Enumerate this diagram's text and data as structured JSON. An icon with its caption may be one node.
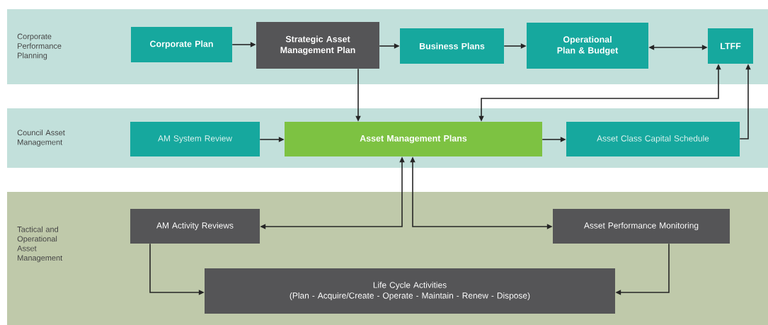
{
  "diagram": {
    "nodes": [
      {
        "text": [
          "Corporate Performance Planning"
        ]
      },
      {
        "text": [
          "Corporate Plan"
        ],
        "in": 0
      },
      {
        "text": [
          "Strategic Asset Management Plan"
        ],
        "in": 0
      },
      {
        "text": [
          "Business Plans"
        ],
        "in": 0
      },
      {
        "text": [
          "Operational Plan & Budget"
        ],
        "in": 0
      },
      {
        "text": [
          "LTFF"
        ],
        "in": 0
      },
      {
        "text": [
          "Council Asset Management"
        ]
      },
      {
        "text": [
          "AM System Review"
        ],
        "in": 6
      },
      {
        "text": [
          "Asset Management Plans"
        ],
        "in": 6
      },
      {
        "text": [
          "Asset Class Capital Schedule"
        ],
        "in": 6
      },
      {
        "text": [
          "Tactical and Operational Asset Management"
        ]
      },
      {
        "text": [
          "AM Activity Reviews"
        ],
        "in": 10
      },
      {
        "text": [
          "Asset Performance Monitoring"
        ],
        "in": 10
      },
      {
        "text": [
          "Life Cycle Activities",
          "(Plan - Acquire/Create - Operate - Maintain - Renew - Dispose)"
        ],
        "in": 10
      }
    ],
    "edges": [
      {
        "from": 1,
        "to": 2,
        "arrow": "to"
      },
      {
        "from": 2,
        "to": 3,
        "arrow": "to"
      },
      {
        "from": 3,
        "to": 4,
        "arrow": "to"
      },
      {
        "from": 4,
        "to": 5,
        "arrow": "both"
      },
      {
        "from": 2,
        "to": 8,
        "arrow": "to"
      },
      {
        "from": 8,
        "to": 5,
        "arrow": "both"
      },
      {
        "from": 7,
        "to": 8,
        "arrow": "to"
      },
      {
        "from": 8,
        "to": 9,
        "arrow": "to"
      },
      {
        "from": 9,
        "to": 5,
        "arrow": "to"
      },
      {
        "from": 8,
        "to": 11,
        "arrow": "both"
      },
      {
        "from": 8,
        "to": 12,
        "arrow": "both"
      },
      {
        "from": 11,
        "to": 13,
        "arrow": "to"
      },
      {
        "from": 12,
        "to": 13,
        "arrow": "to"
      }
    ]
  }
}
